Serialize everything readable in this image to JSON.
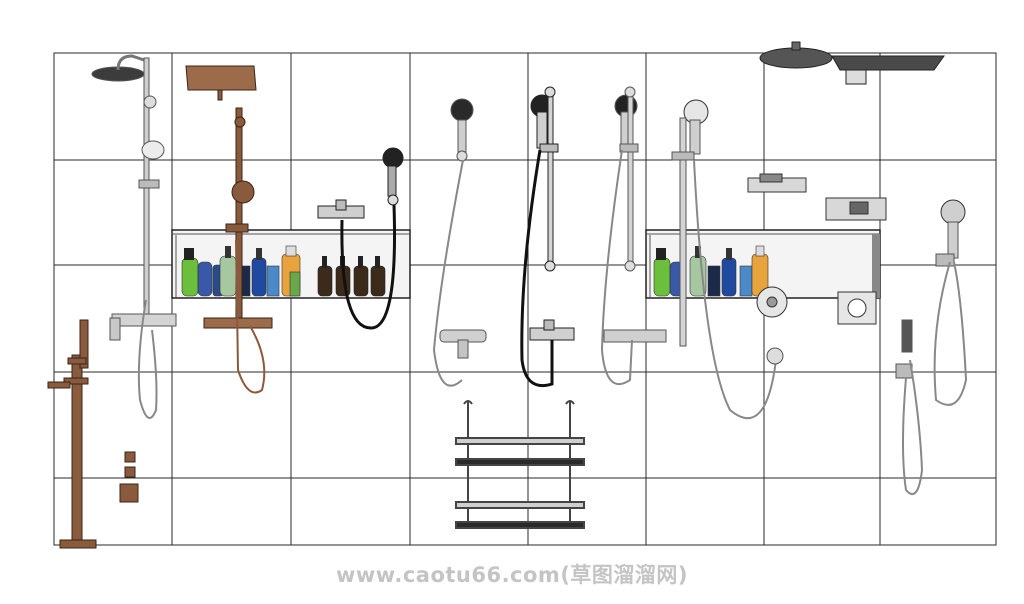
{
  "watermark": {
    "text": "www.caotu66.com(草图溜溜网)"
  },
  "colors": {
    "background": "#ffffff",
    "tile_line": "#2a2a2a",
    "chrome": "#bfbfbf",
    "chrome_dark": "#6e6e6e",
    "bronze": "#8a5a3c",
    "black": "#1a1a1a",
    "watermark": "#c4c4c4"
  },
  "scene": {
    "items": [
      {
        "name": "chrome-shower-column-left",
        "finish": "chrome"
      },
      {
        "name": "freestanding-bath-mixer",
        "finish": "bronze"
      },
      {
        "name": "bronze-shower-column",
        "finish": "bronze"
      },
      {
        "name": "wall-niche-left",
        "contents": "toiletry-bottles"
      },
      {
        "name": "black-hand-shower-with-bath-mixer",
        "finish": "black"
      },
      {
        "name": "hand-shower-with-mixer",
        "finish": "chrome"
      },
      {
        "name": "black-slide-rail-shower",
        "finish": "black"
      },
      {
        "name": "chrome-slide-rail-shower",
        "finish": "chrome"
      },
      {
        "name": "wire-shower-caddy",
        "finish": "chrome"
      },
      {
        "name": "wall-niche-right",
        "contents": "toiletry-bottles"
      },
      {
        "name": "slide-bar-shower-set",
        "finish": "chrome"
      },
      {
        "name": "ceiling-rain-shower-heads",
        "finish": "dark-grey"
      },
      {
        "name": "concealed-thermostatic-controls",
        "finish": "chrome"
      },
      {
        "name": "hand-shower-with-holder",
        "finish": "chrome"
      }
    ]
  }
}
